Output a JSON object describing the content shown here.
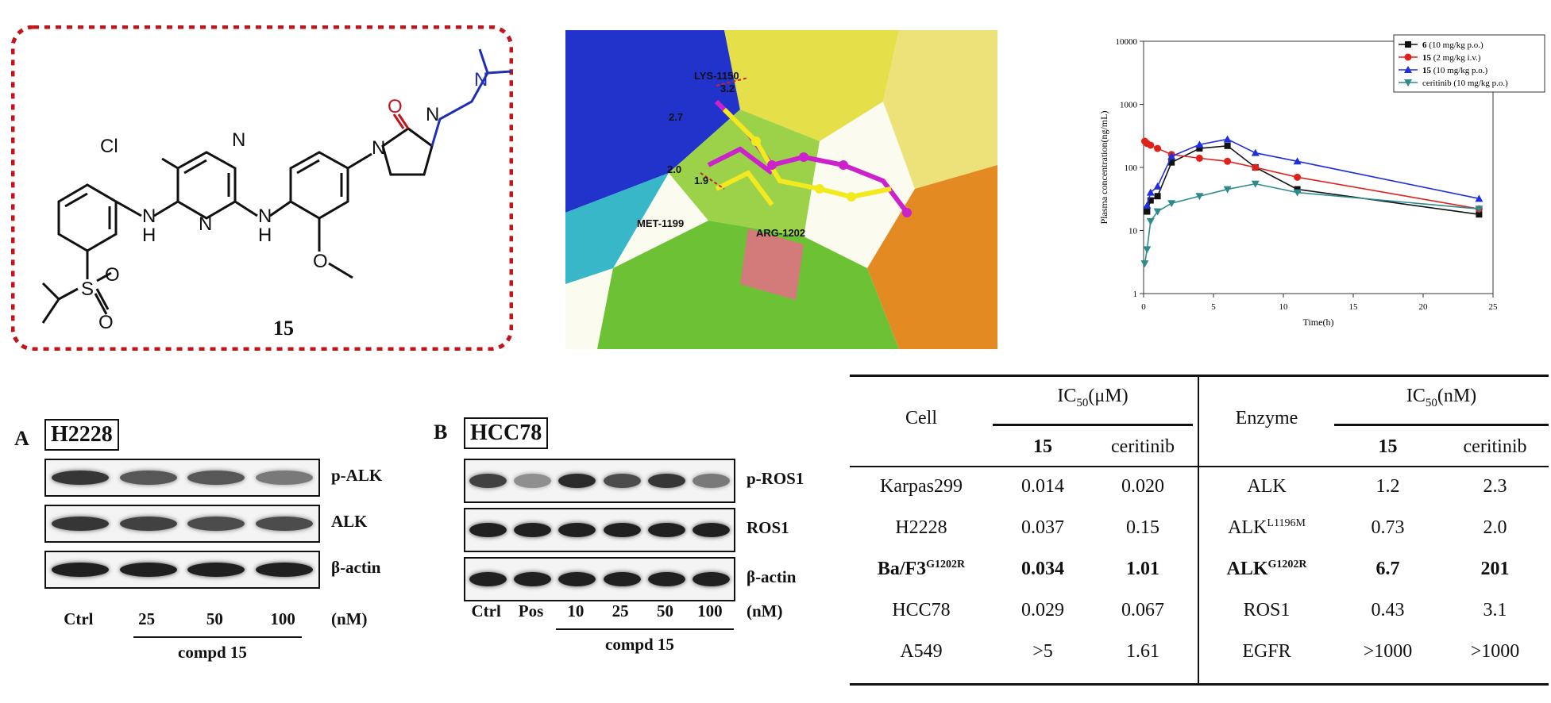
{
  "molecule": {
    "compound_label": "15",
    "atoms": {
      "cl": "Cl",
      "n": "N",
      "h": "H",
      "o": "O",
      "s": "S"
    }
  },
  "docking": {
    "residues": [
      "LYS-1150",
      "MET-1199",
      "ARG-1202"
    ],
    "distances": [
      "3.2",
      "2.7",
      "2.0",
      "1.9"
    ]
  },
  "pk_chart": {
    "chart_data": {
      "type": "line",
      "xlabel": "Time(h)",
      "ylabel": "Plasma concentration(ng/mL)",
      "y_scale": "log",
      "xlim": [
        0,
        25
      ],
      "ylim": [
        1,
        10000
      ],
      "xticks": [
        "0",
        "5",
        "10",
        "15",
        "20",
        "25"
      ],
      "yticks": [
        "1",
        "10",
        "100",
        "1000",
        "10000"
      ],
      "legend_position": "top-right",
      "series": [
        {
          "name_bold": "6",
          "name_rest": " (10 mg/kg p.o.)",
          "color": "#111111",
          "marker": "square",
          "x": [
            0.25,
            0.5,
            1,
            2,
            4,
            6,
            8,
            11,
            24
          ],
          "y": [
            20,
            30,
            35,
            120,
            200,
            220,
            100,
            45,
            18
          ]
        },
        {
          "name_bold": "15",
          "name_rest": " (2 mg/kg i.v.)",
          "color": "#e0211a",
          "marker": "circle",
          "x": [
            0.083,
            0.25,
            0.5,
            1,
            2,
            4,
            6,
            8,
            11,
            24
          ],
          "y": [
            260,
            240,
            225,
            200,
            160,
            140,
            125,
            100,
            70,
            22
          ]
        },
        {
          "name_bold": "15",
          "name_rest": " (10 mg/kg p.o.)",
          "color": "#1f2fe0",
          "marker": "triangle-up",
          "x": [
            0.25,
            0.5,
            1,
            2,
            4,
            6,
            8,
            11,
            24
          ],
          "y": [
            25,
            40,
            50,
            150,
            230,
            280,
            170,
            125,
            32
          ]
        },
        {
          "name_bold": "",
          "name_rest": "ceritinib (10 mg/kg p.o.)",
          "color": "#2e8b8b",
          "marker": "triangle-down",
          "x": [
            0.083,
            0.25,
            0.5,
            1,
            2,
            4,
            6,
            8,
            11,
            24
          ],
          "y": [
            3,
            5,
            14,
            20,
            27,
            35,
            45,
            55,
            40,
            22
          ]
        }
      ]
    }
  },
  "blot_a": {
    "panel_letter": "A",
    "cell_line": "H2228",
    "rows": [
      "p-ALK",
      "ALK",
      "β-actin"
    ],
    "lanes": [
      "Ctrl",
      "25",
      "50",
      "100"
    ],
    "unit": "(nM)",
    "caption": "compd 15"
  },
  "blot_b": {
    "panel_letter": "B",
    "cell_line": "HCC78",
    "rows": [
      "p-ROS1",
      "ROS1",
      "β-actin"
    ],
    "lanes": [
      "Ctrl",
      "Pos",
      "10",
      "25",
      "50",
      "100"
    ],
    "unit": "(nM)",
    "caption": "compd 15"
  },
  "ic_table": {
    "cell_header": "Cell",
    "enzyme_header": "Enzyme",
    "ic50_cell_prefix": "IC",
    "ic50_cell_sub": "50",
    "ic50_cell_unit": "(μM)",
    "ic50_enz_unit": "(nM)",
    "col_15": "15",
    "col_ceritinib": "ceritinib",
    "rows": [
      {
        "cell": "Karpas299",
        "cell_sup": "",
        "c15": "0.014",
        "cer": "0.020",
        "enz": "ALK",
        "enz_sup": "",
        "e15": "1.2",
        "ecer": "2.3",
        "bold": false
      },
      {
        "cell": "H2228",
        "cell_sup": "",
        "c15": "0.037",
        "cer": "0.15",
        "enz": "ALK",
        "enz_sup": "L1196M",
        "e15": "0.73",
        "ecer": "2.0",
        "bold": false
      },
      {
        "cell": "Ba/F3",
        "cell_sup": "G1202R",
        "c15": "0.034",
        "cer": "1.01",
        "enz": "ALK",
        "enz_sup": "G1202R",
        "e15": "6.7",
        "ecer": "201",
        "bold": true
      },
      {
        "cell": "HCC78",
        "cell_sup": "",
        "c15": "0.029",
        "cer": "0.067",
        "enz": "ROS1",
        "enz_sup": "",
        "e15": "0.43",
        "ecer": "3.1",
        "bold": false
      },
      {
        "cell": "A549",
        "cell_sup": "",
        "c15": ">5",
        "cer": "1.61",
        "enz": "EGFR",
        "enz_sup": "",
        "e15": ">1000",
        "ecer": ">1000",
        "bold": false
      }
    ]
  }
}
